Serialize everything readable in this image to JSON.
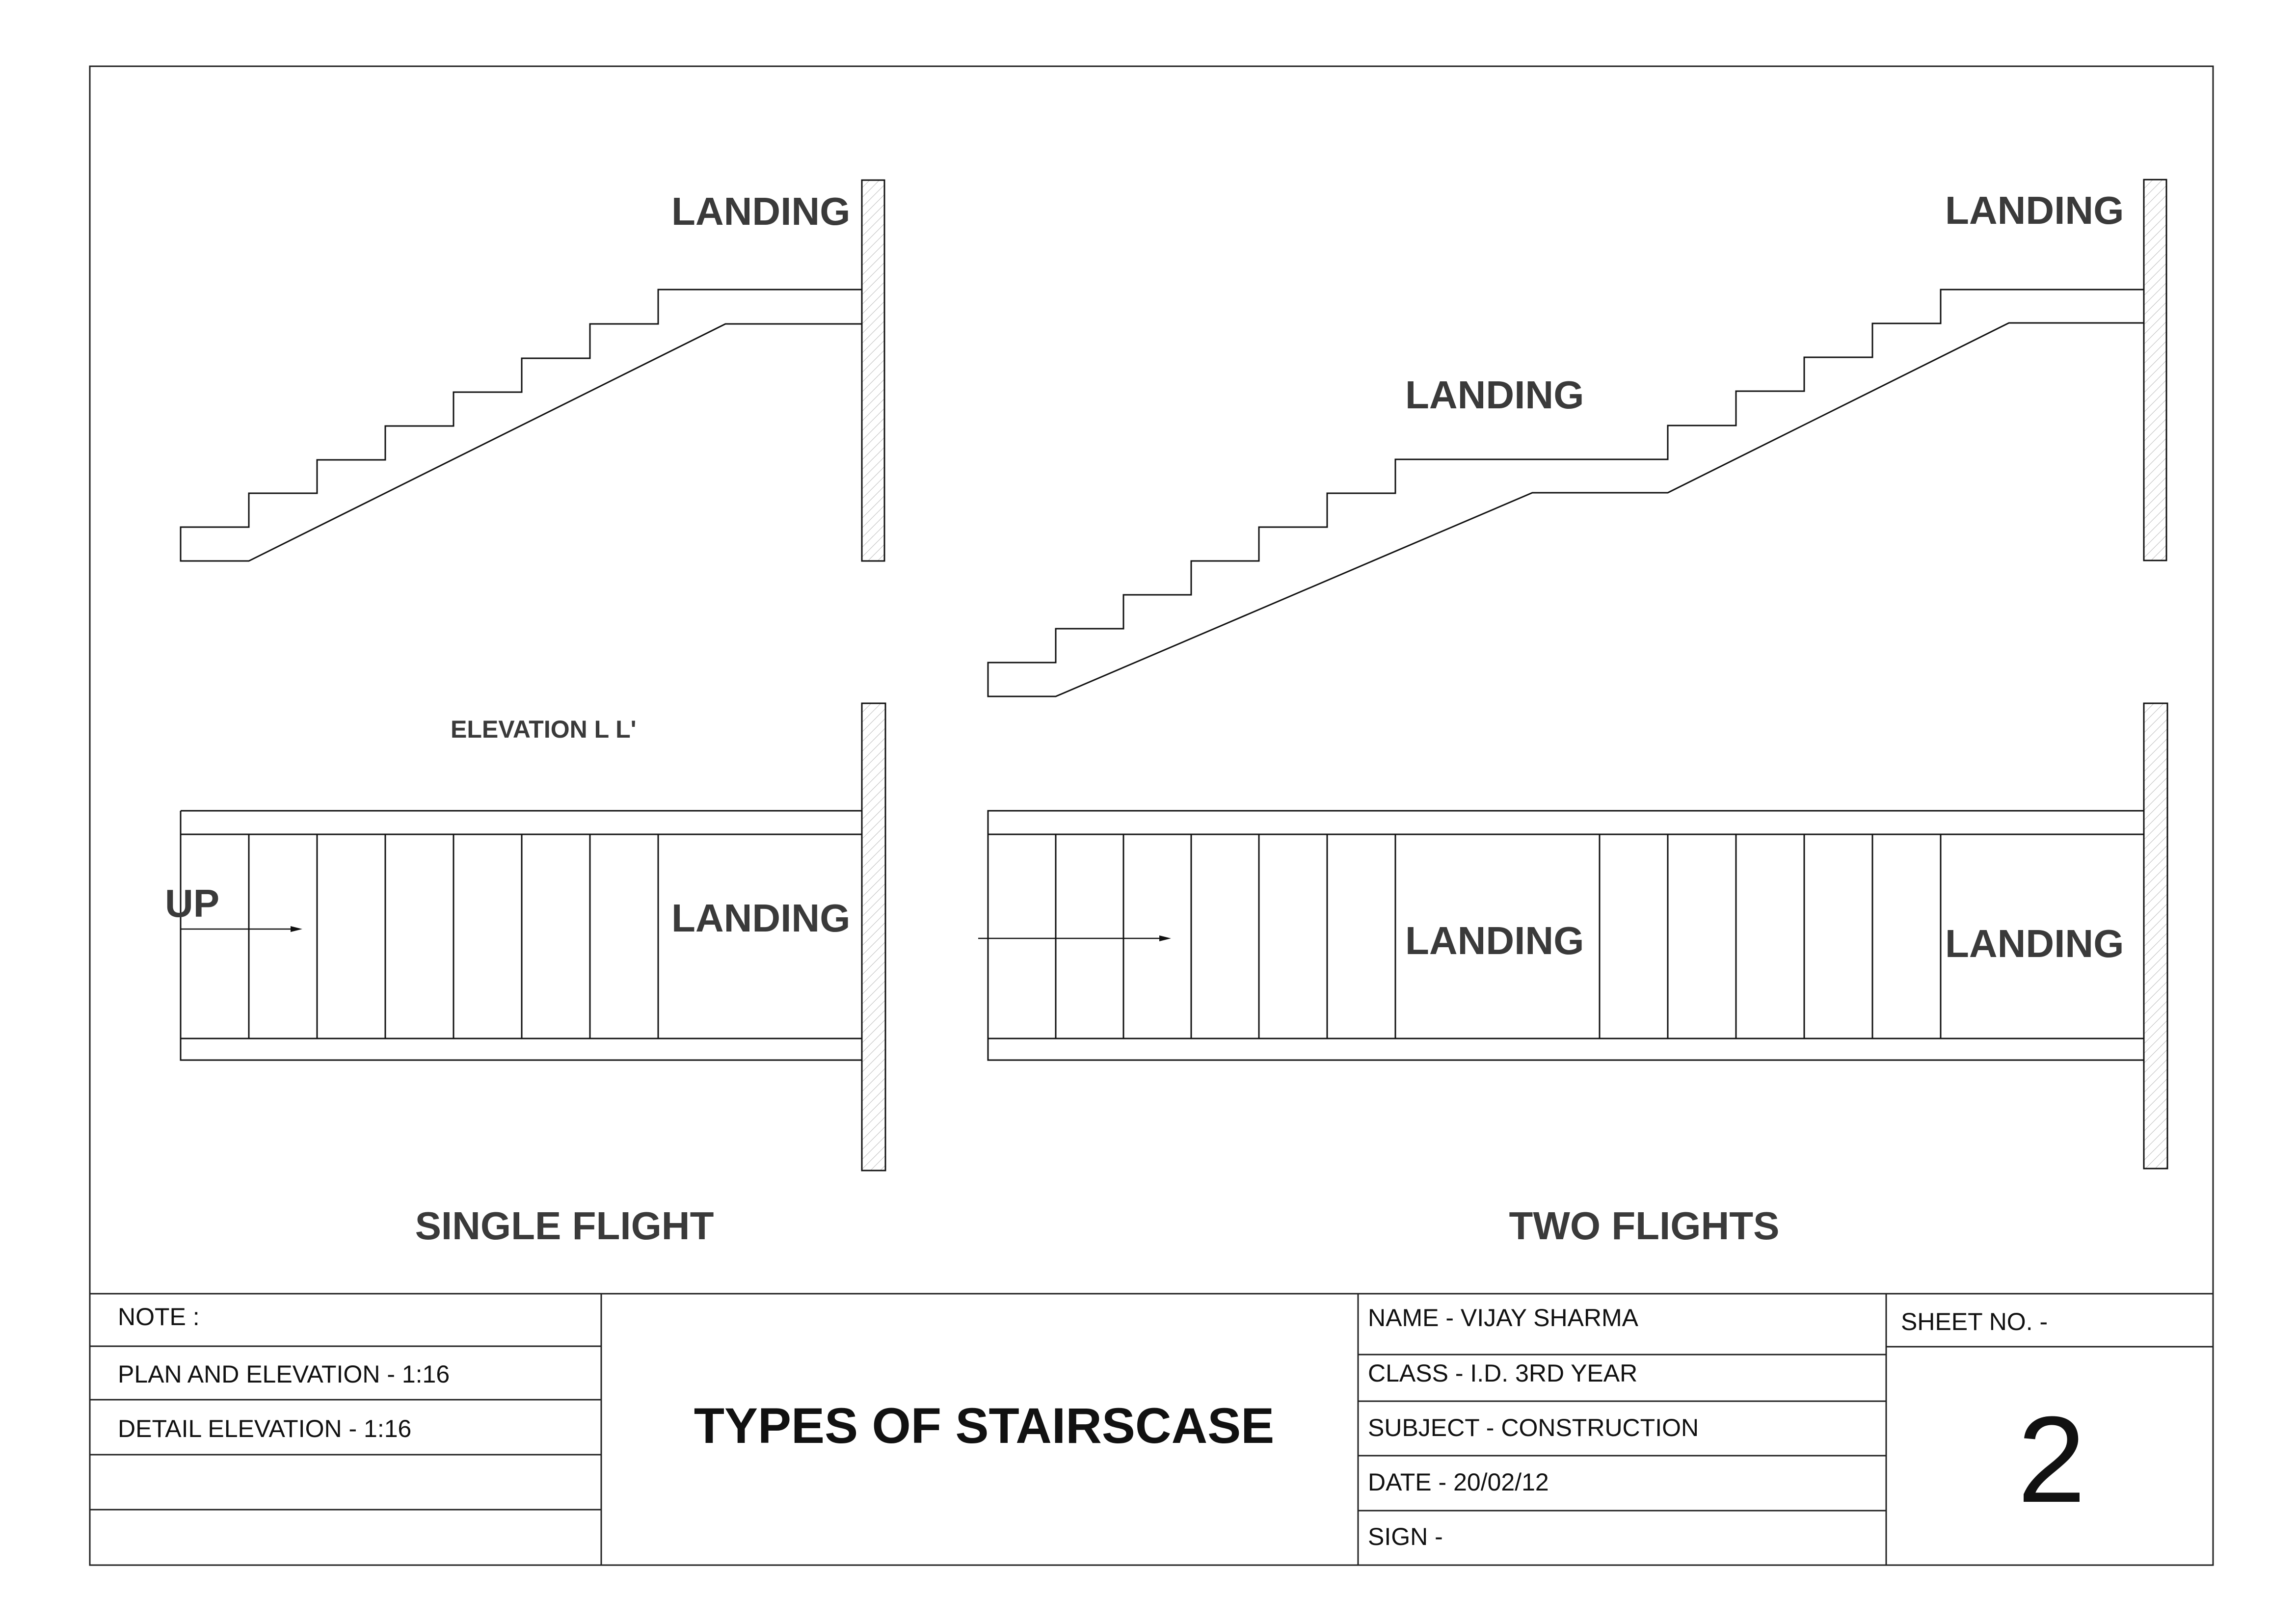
{
  "drawing": {
    "single_flight": {
      "elevation_landing": "LANDING",
      "elevation_caption": "ELEVATION L L'",
      "plan_up_label": "UP",
      "plan_landing": "LANDING",
      "title": "SINGLE FLIGHT"
    },
    "two_flights": {
      "elevation_top_landing": "LANDING",
      "elevation_mid_landing": "LANDING",
      "plan_mid_landing": "LANDING",
      "plan_end_landing": "LANDING",
      "title": "TWO FLIGHTS"
    }
  },
  "title_block": {
    "notes": {
      "note_label": "NOTE :",
      "plan_scale": "PLAN AND ELEVATION - 1:16",
      "detail_scale": "DETAIL ELEVATION - 1:16"
    },
    "title": "TYPES OF STAIRSCASE",
    "info": {
      "name": "NAME - VIJAY SHARMA",
      "class": "CLASS - I.D. 3RD YEAR",
      "subject": "SUBJECT - CONSTRUCTION",
      "date": "DATE - 20/02/12",
      "sign": "SIGN -"
    },
    "sheet": {
      "label": "SHEET NO. -",
      "number": "2"
    }
  },
  "colors": {
    "line": "#111111",
    "label": "#3a3a3a",
    "hatch": "#bbbbbb"
  }
}
